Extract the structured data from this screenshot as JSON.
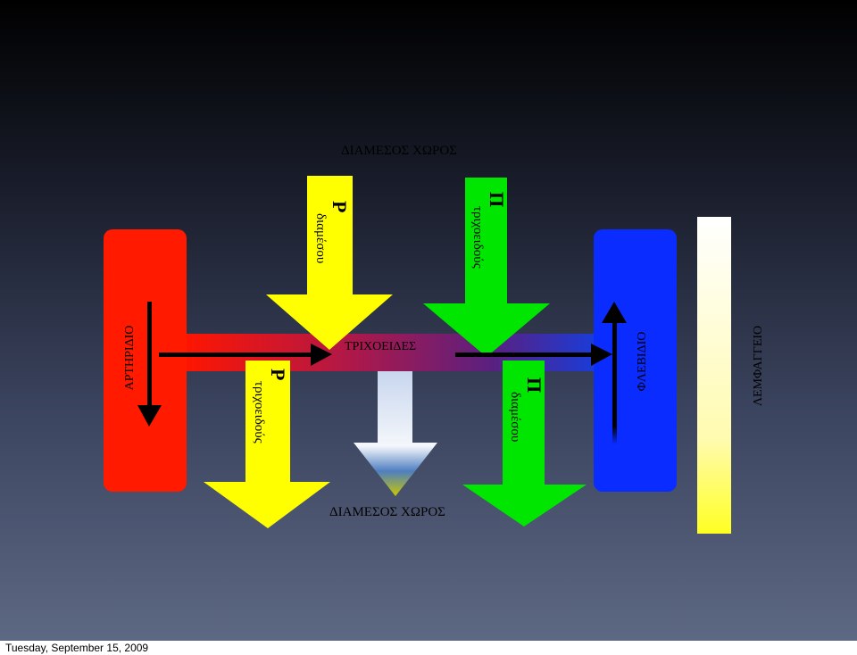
{
  "labels": {
    "interstitial_top": "ΔΙΑΜΕΣΟΣ ΧΩΡΟΣ",
    "interstitial_bottom": "ΔΙΑΜΕΣΟΣ ΧΩΡΟΣ",
    "capillaries": "ΤΡΙΧΟΕΙΔΕΣ",
    "arteriole": "ΑΡΤΗΡΙΔΙΟ",
    "venule": "ΦΛΕΒΙΔΙΟ",
    "lymphatic": "ΛΕΜΦΑΓΓΕΙΟ"
  },
  "forces": {
    "p_interstitial": {
      "symbol": "P",
      "sub": "διαμέσου"
    },
    "pi_capillary": {
      "symbol": "Π",
      "sub": "τριχοειδούς"
    },
    "p_capillary": {
      "symbol": "P",
      "sub": "τριχοειδούς"
    },
    "pi_interstitial": {
      "symbol": "Π",
      "sub": "διαμέσου"
    }
  },
  "colors": {
    "arteriole": "#ff1a00",
    "venule": "#0a2cff",
    "pressure_arrow": "#ffff00",
    "oncotic_arrow": "#00e600",
    "lymphatic_top": "#ffffff",
    "lymphatic_bottom": "#ffff33"
  },
  "footer": {
    "date": "Tuesday, September 15, 2009"
  }
}
